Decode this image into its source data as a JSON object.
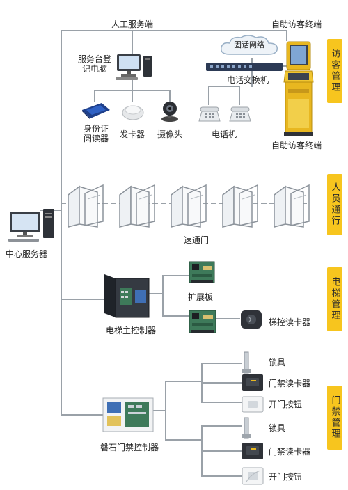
{
  "tabs": {
    "visitor": "访客管理",
    "personnel": "人员通行",
    "elevator": "电梯管理",
    "access": "门禁管理"
  },
  "labels": {
    "manual_service": "人工服务端",
    "self_service_top": "自助访客终端",
    "front_desk_pc": "服务台登记电脑",
    "cloud_network": "固话网络",
    "phone_switch": "电话交换机",
    "id_reader": "身份证阅读器",
    "card_dispenser": "发卡器",
    "camera": "摄像头",
    "telephone": "电话机",
    "self_service_bottom": "自助访客终端",
    "central_server": "中心服务器",
    "speed_gate": "速通门",
    "extension_board": "扩展板",
    "elevator_controller": "电梯主控制器",
    "elevator_card_reader": "梯控读卡器",
    "access_controller": "磐石门禁控制器",
    "lock_1": "锁具",
    "access_reader_1": "门禁读卡器",
    "exit_button_1": "开门按钮",
    "lock_2": "锁具",
    "access_reader_2": "门禁读卡器",
    "exit_button_2": "开门按钮"
  },
  "colors": {
    "tab_fill": "#f7c51e",
    "line": "#9aa1a8",
    "kiosk_body": "#e8b720",
    "device_dark": "#2f3238",
    "pcb_green": "#3e7a5a",
    "screen_blue": "#3f6fb5"
  }
}
